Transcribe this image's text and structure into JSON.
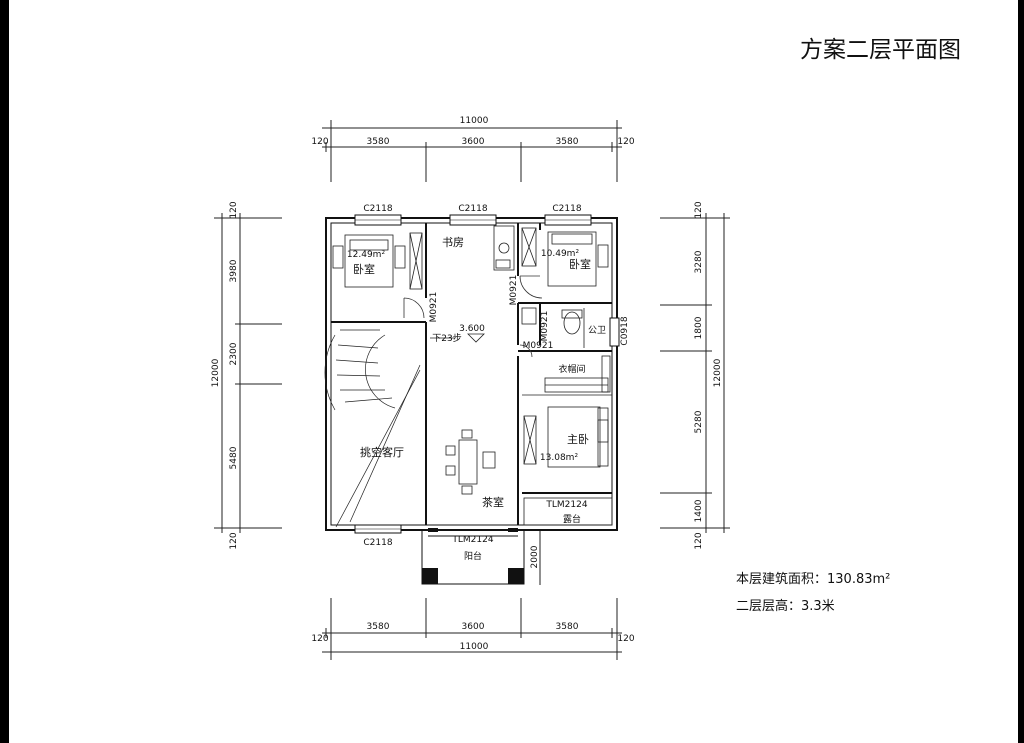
{
  "title": "方案二层平面图",
  "info": {
    "area": "本层建筑面积：130.83m²",
    "height": "二层层高：3.3米"
  },
  "dimensions": {
    "total_width": "11000",
    "top": [
      "120",
      "3580",
      "3600",
      "3580",
      "120"
    ],
    "bottom": [
      "120",
      "3580",
      "3600",
      "3580",
      "120"
    ],
    "total_height": "12000",
    "left": [
      "120",
      "3980",
      "2300",
      "5480",
      "120"
    ],
    "right": [
      "120",
      "3280",
      "1800",
      "5280",
      "1400",
      "120"
    ],
    "balcony_depth": "2000"
  },
  "rooms": {
    "bedroom_left": "卧室",
    "bedroom_left_area": "12.49m²",
    "study": "书房",
    "bedroom_right": "卧室",
    "bedroom_right_area": "10.49m²",
    "bath": "公卫",
    "closet": "衣帽间",
    "master": "主卧",
    "master_area": "13.08m²",
    "void_living": "挑空客厅",
    "tea_room": "茶室",
    "terrace": "露台",
    "balcony": "阳台"
  },
  "labels": {
    "window_top_left": "C2118",
    "window_top_mid": "C2118",
    "window_top_right": "C2118",
    "window_bottom_left": "C2118",
    "door_bed_left": "M0921",
    "door_study": "M0921",
    "door_bath": "M0921",
    "door_closet": "M0921",
    "window_bath": "C0918",
    "level": "3.600",
    "stair": "下23步",
    "door_terrace": "TLM2124",
    "door_balcony": "TLM2124"
  }
}
